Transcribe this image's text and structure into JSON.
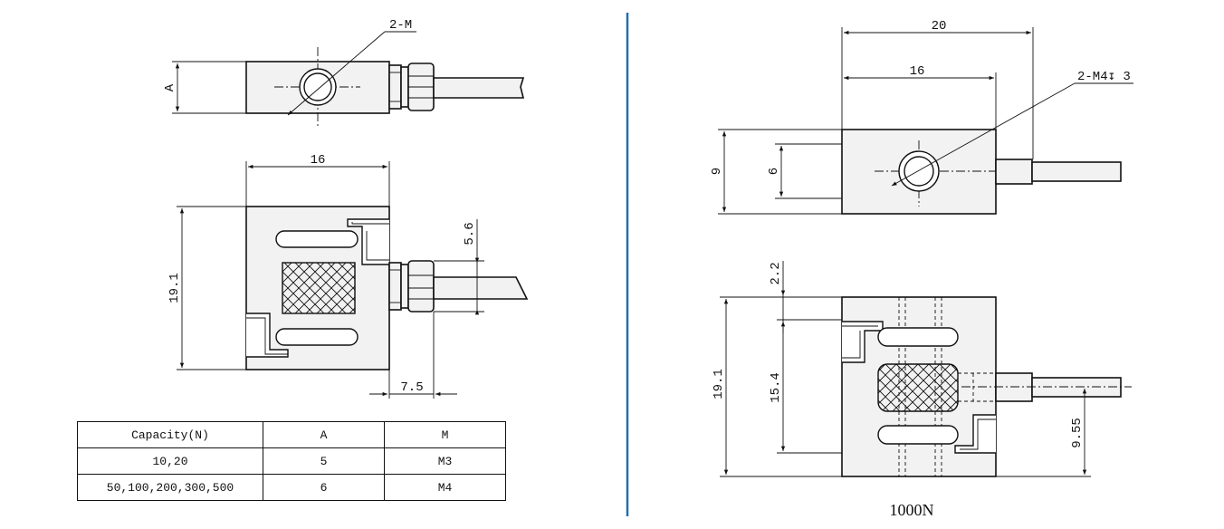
{
  "left_view": {
    "label_A": "A",
    "label_2M": "2-M",
    "dim_16": "16",
    "dim_19_1": "19.1",
    "dim_5_6": "5.6",
    "dim_7_5": "7.5"
  },
  "table": {
    "headers": [
      "Capacity(N)",
      "A",
      "M"
    ],
    "rows": [
      [
        "10,20",
        "5",
        "M3"
      ],
      [
        "50,100,200,300,500",
        "6",
        "M4"
      ]
    ]
  },
  "right_view": {
    "dim_20": "20",
    "dim_16": "16",
    "label_thread": "2-M4↧ 3",
    "dim_9": "9",
    "dim_6": "6",
    "dim_2_2": "2.2",
    "dim_19_1": "19.1",
    "dim_15_4": "15.4",
    "dim_9_55": "9.55",
    "caption": "1000N"
  },
  "colors": {
    "divider": "#1f6fb0",
    "line": "#111111",
    "body_fill": "#f2f2f2"
  }
}
